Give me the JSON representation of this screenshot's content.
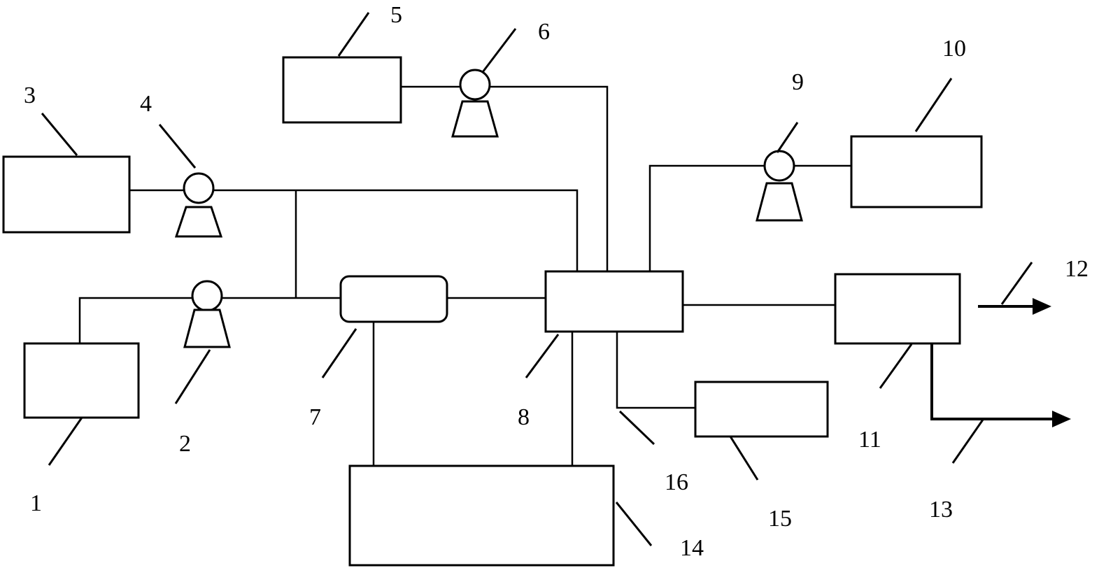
{
  "diagram": {
    "labels": {
      "n1": "1",
      "n2": "2",
      "n3": "3",
      "n4": "4",
      "n5": "5",
      "n6": "6",
      "n7": "7",
      "n8": "8",
      "n9": "9",
      "n10": "10",
      "n11": "11",
      "n12": "12",
      "n13": "13",
      "n14": "14",
      "n15": "15",
      "n16": "16"
    },
    "colors": {
      "stroke": "#000000",
      "background": "#ffffff"
    },
    "pump_icon": "pump-icon",
    "arrow_icon": "arrow-right-icon"
  }
}
